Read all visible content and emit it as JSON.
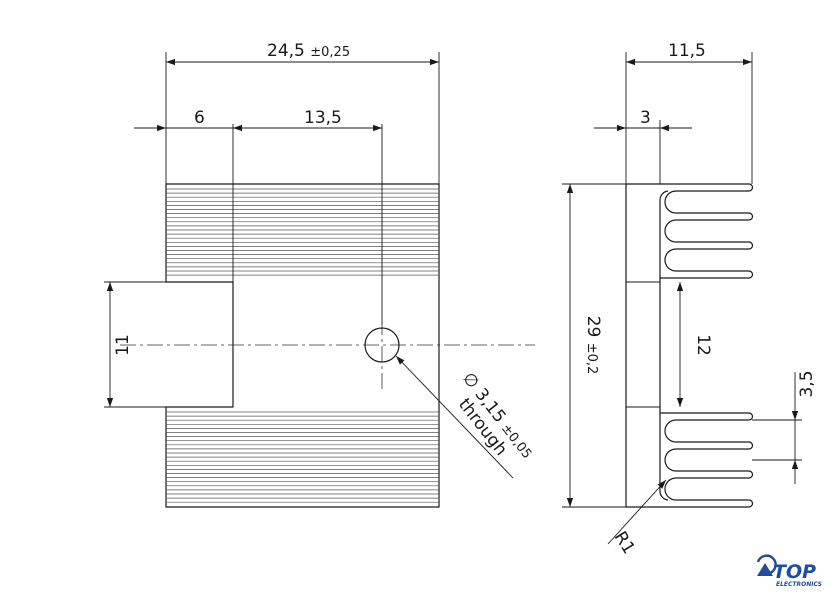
{
  "dimensions": {
    "overall_width": "24,5",
    "overall_width_tol": "±0,25",
    "left_offset": "6",
    "hole_offset": "13,5",
    "slot_height": "11",
    "hole_diameter": "∅ 3,15",
    "hole_diameter_tol": "±0,05",
    "hole_note": "through",
    "depth": "11,5",
    "base_thickness": "3",
    "height": "29",
    "height_tol": "±0,2",
    "center_flat": "12",
    "fin_pitch": "3,5",
    "fin_radius": "R1"
  },
  "logo": {
    "name": "TOP",
    "subtitle": "ELECTRONICS"
  },
  "colors": {
    "line": "#1a1a1a",
    "logo": "#1e4e9c"
  }
}
